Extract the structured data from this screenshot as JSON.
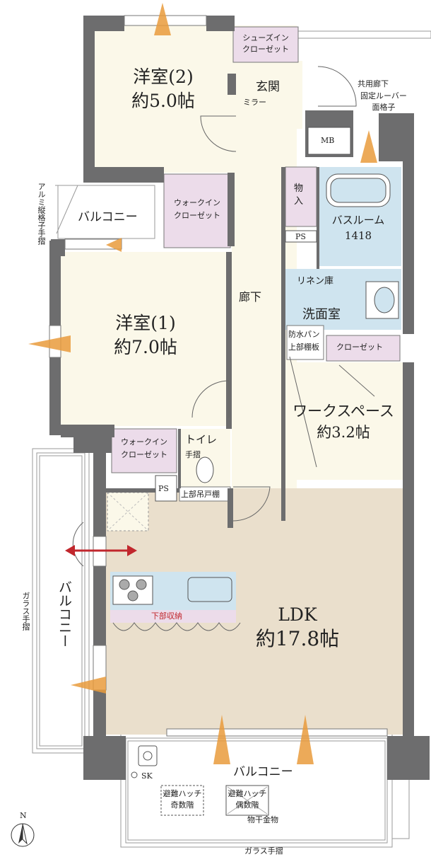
{
  "rooms": {
    "western2": {
      "name": "洋室(2)",
      "size": "約5.0帖"
    },
    "western1": {
      "name": "洋室(1)",
      "size": "約7.0帖"
    },
    "ldk": {
      "name": "LDK",
      "size": "約17.8帖"
    },
    "workspace": {
      "name": "ワークスペース",
      "size": "約3.2帖"
    },
    "bathroom": {
      "name": "バスルーム",
      "size": "1418"
    },
    "washroom": "洗面室",
    "entrance": "玄関",
    "corridor": "廊下",
    "toilet": "トイレ"
  },
  "storage": {
    "shoes_in_closet": [
      "シューズイン",
      "クローゼット"
    ],
    "walkin1": [
      "ウォークイン",
      "クローゼット"
    ],
    "walkin2": [
      "ウォークイン",
      "クローゼット"
    ],
    "closet": "クローゼット",
    "mono_ire": [
      "物",
      "入"
    ],
    "linen": "リネン庫",
    "waterproof_pan": [
      "防水パン",
      "上部棚板"
    ],
    "under_storage": "下部収納",
    "upper_cabinet": "上部吊戸棚",
    "mb": "MB",
    "ps1": "PS",
    "ps2": "PS"
  },
  "fixtures": {
    "mirror": "ミラー",
    "handrail": "手摺",
    "sk": "SK",
    "laundry": "物干金物"
  },
  "exterior": {
    "balcony_small": "バルコニー",
    "balcony_side": "バルコニー",
    "balcony_bottom": "バルコニー",
    "alumi_rail": "アルミ縦格子手摺",
    "glass_rail_side": "ガラス手摺",
    "glass_rail_bottom": "ガラス手摺",
    "shared_corridor": "共用廊下",
    "louver": [
      "固定ルーバー",
      "面格子"
    ],
    "hatch_odd": [
      "避難ハッチ",
      "奇数階"
    ],
    "hatch_even": [
      "避難ハッチ",
      "偶数階"
    ]
  },
  "compass": "N",
  "colors": {
    "wall": "#6d6d6e",
    "room": "#fbf8e9",
    "ldk": "#eadfcc",
    "wet": "#cfe4ef",
    "storage": "#ecdcea",
    "arrow": "#c1272d",
    "airflow": "#e99b3c"
  }
}
